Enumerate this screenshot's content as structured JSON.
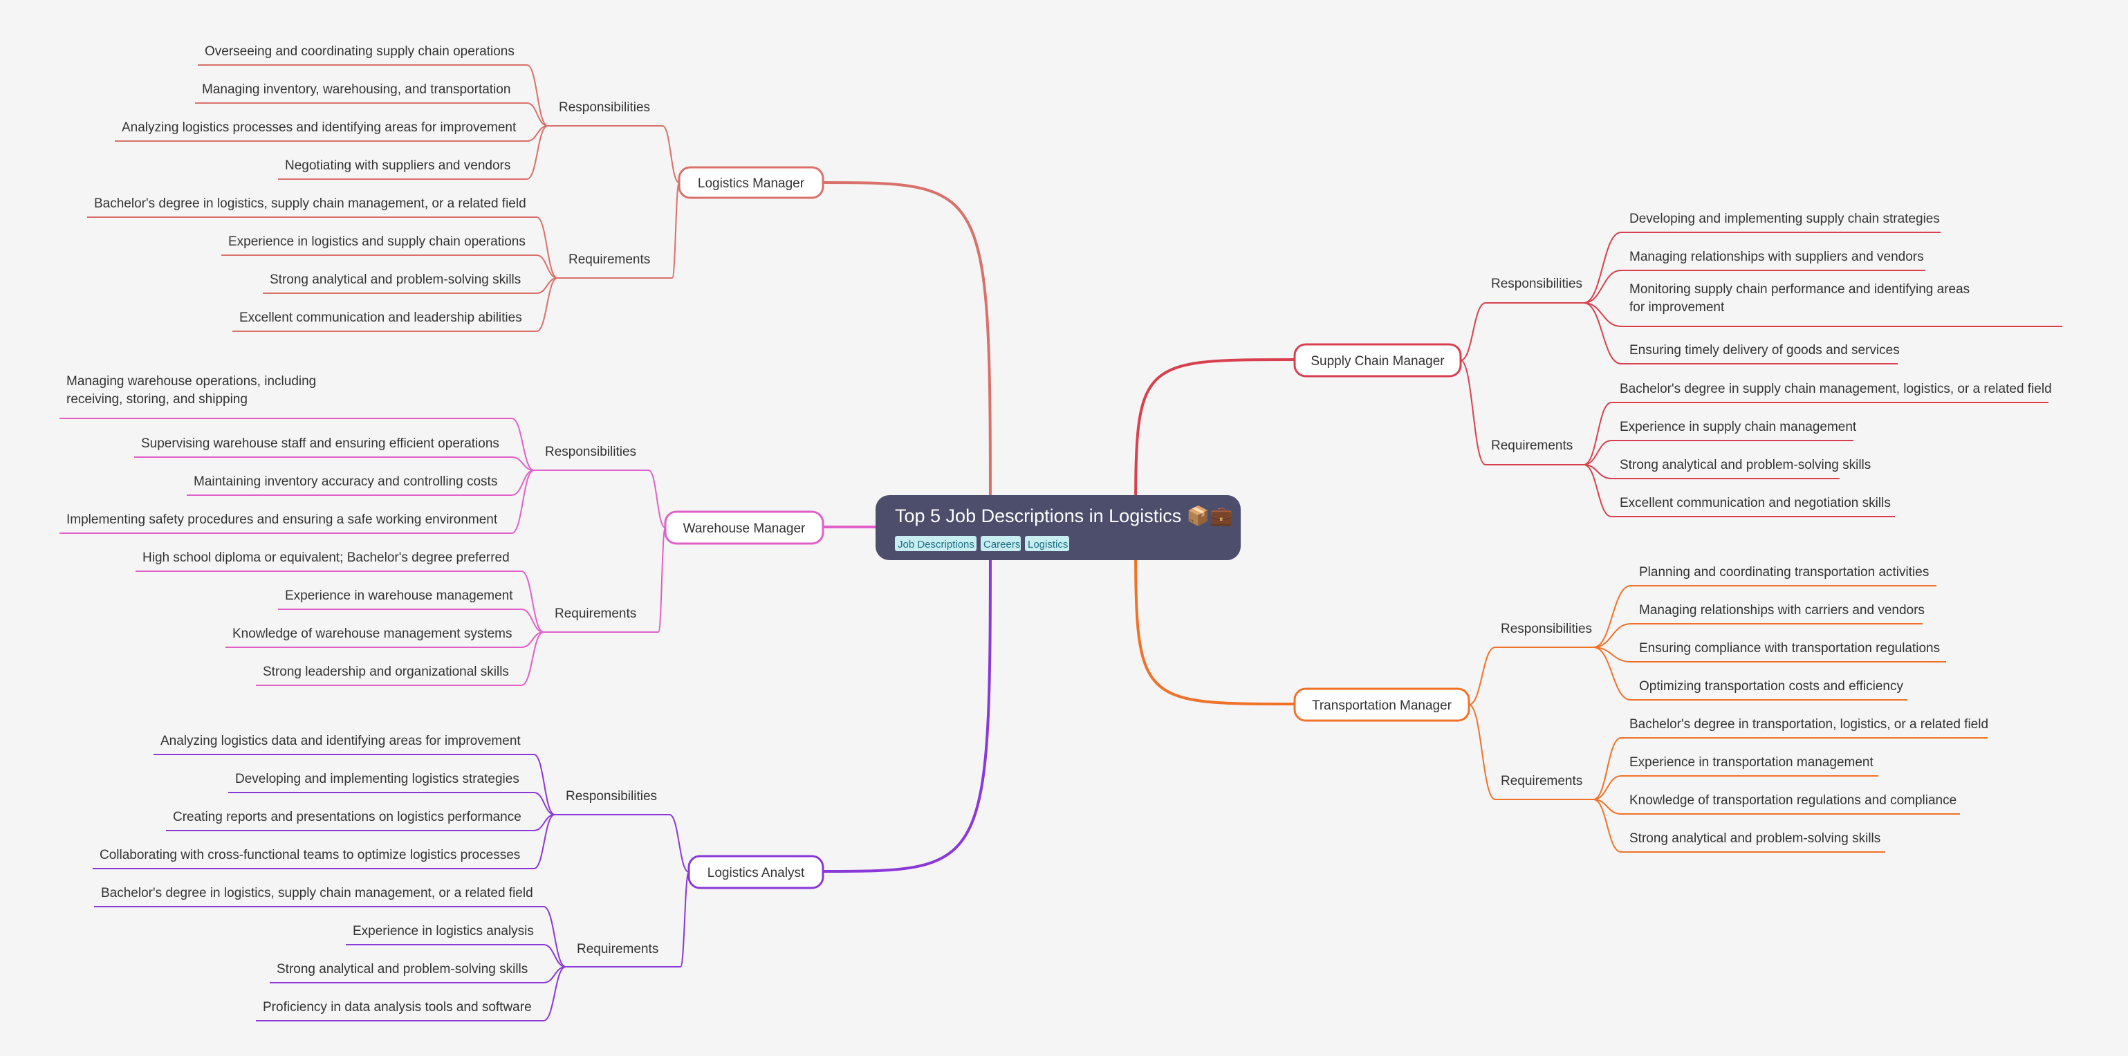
{
  "root": {
    "title": "Top 5 Job Descriptions in Logistics 📦💼",
    "tags": [
      "Job Descriptions",
      "Careers",
      "Logistics"
    ]
  },
  "branches": [
    {
      "name": "Logistics Manager",
      "color": "#d9706a",
      "side": "left",
      "groups": [
        {
          "label": "Responsibilities",
          "items": [
            "Overseeing and coordinating supply chain operations",
            "Managing inventory, warehousing, and transportation",
            "Analyzing logistics processes and identifying areas for improvement",
            "Negotiating with suppliers and vendors"
          ]
        },
        {
          "label": "Requirements",
          "items": [
            "Bachelor's degree in logistics, supply chain management, or a related field",
            "Experience in logistics and supply chain operations",
            "Strong analytical and problem-solving skills",
            "Excellent communication and leadership abilities"
          ]
        }
      ]
    },
    {
      "name": "Warehouse Manager",
      "color": "#e060c8",
      "side": "left",
      "groups": [
        {
          "label": "Responsibilities",
          "items": [
            "Managing warehouse operations, including receiving, storing, and shipping",
            "Supervising warehouse staff and ensuring efficient operations",
            "Maintaining inventory accuracy and controlling costs",
            "Implementing safety procedures and ensuring a safe working environment"
          ]
        },
        {
          "label": "Requirements",
          "items": [
            "High school diploma or equivalent; Bachelor's degree preferred",
            "Experience in warehouse management",
            "Knowledge of warehouse management systems",
            "Strong leadership and organizational skills"
          ]
        }
      ]
    },
    {
      "name": "Logistics Analyst",
      "color": "#8a38d8",
      "side": "left",
      "groups": [
        {
          "label": "Responsibilities",
          "items": [
            "Analyzing logistics data and identifying areas for improvement",
            "Developing and implementing logistics strategies",
            "Creating reports and presentations on logistics performance",
            "Collaborating with cross-functional teams to optimize logistics processes"
          ]
        },
        {
          "label": "Requirements",
          "items": [
            "Bachelor's degree in logistics, supply chain management, or a related field",
            "Experience in logistics analysis",
            "Strong analytical and problem-solving skills",
            "Proficiency in data analysis tools and software"
          ]
        }
      ]
    },
    {
      "name": "Supply Chain Manager",
      "color": "#d8404f",
      "side": "right",
      "groups": [
        {
          "label": "Responsibilities",
          "items": [
            "Developing and implementing supply chain strategies",
            "Managing relationships with suppliers and vendors",
            "Monitoring supply chain performance and identifying areas for improvement",
            "Ensuring timely delivery of goods and services"
          ]
        },
        {
          "label": "Requirements",
          "items": [
            "Bachelor's degree in supply chain management, logistics, or a related field",
            "Experience in supply chain management",
            "Strong analytical and problem-solving skills",
            "Excellent communication and negotiation skills"
          ]
        }
      ]
    },
    {
      "name": "Transportation Manager",
      "color": "#f07228",
      "side": "right",
      "groups": [
        {
          "label": "Responsibilities",
          "items": [
            "Planning and coordinating transportation activities",
            "Managing relationships with carriers and vendors",
            "Ensuring compliance with transportation regulations",
            "Optimizing transportation costs and efficiency"
          ]
        },
        {
          "label": "Requirements",
          "items": [
            "Bachelor's degree in transportation, logistics, or a related field",
            "Experience in transportation management",
            "Knowledge of transportation regulations and compliance",
            "Strong analytical and problem-solving skills"
          ]
        }
      ]
    }
  ]
}
